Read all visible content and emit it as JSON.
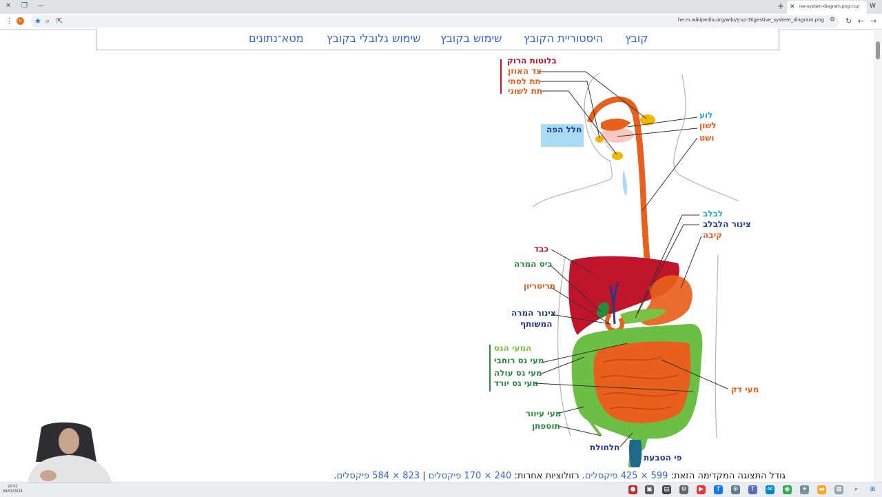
{
  "browser": {
    "tab_title": "ive-system-diagram.png:קובץ",
    "url": "he.m.wikipedia.org/wiki/קובץ:Digestive_system_diagram.png",
    "extension_letter": "n"
  },
  "file_tabs": [
    "קובץ",
    "היסטוריית הקובץ",
    "שימוש בקובץ",
    "שימוש גלובלי בקובץ",
    "מטא־נתונים"
  ],
  "diagram": {
    "labels": {
      "salivary_glands": "בלוטות הרוק",
      "parotid": "צד האוזן",
      "submandibular": "תת לסתי",
      "sublingual": "תת לשוני",
      "oral_cavity": "חלל הפה",
      "pharynx": "לוע",
      "tongue": "לשון",
      "esophagus": "ושט",
      "pancreas": "לבלב",
      "pancreatic_duct": "צינור הלבלב",
      "stomach": "קיבה",
      "liver": "כבד",
      "gallbladder": "כיס המרה",
      "duodenum": "תריסריון",
      "bile_duct_1": "צינור המרה",
      "bile_duct_2": "המשותף",
      "large_intestine": "המעי הגס",
      "transverse_colon": "מעי גס רוחבי",
      "ascending_colon": "מעי גס עולה",
      "descending_colon": "מעי גס יורד",
      "small_intestine": "מעי דק",
      "cecum": "מעי עיוור",
      "appendix": "תוספתן",
      "rectum": "חלחולת",
      "anus": "פי הטבעת"
    },
    "colors": {
      "red": "#c0142a",
      "orange": "#e8601c",
      "green": "#2c8a3c",
      "lightgreen": "#7cc242",
      "blue": "#1f3b8a",
      "cyan": "#2aa7c9",
      "oral_bg": "#a9dcf2"
    }
  },
  "footer": {
    "prefix": "גודל התצוגה המקדימה הזאת:",
    "preview_size": "599 × 425 פיקסלים",
    "other_res": ". רזולוציות אחרות:",
    "res1": "240 × 170 פיקסלים",
    "sep": "|",
    "res2": "823 × 584 פיקסלים",
    "end": "."
  },
  "taskbar": {
    "time": "20:02",
    "date": "09/05/2024"
  }
}
